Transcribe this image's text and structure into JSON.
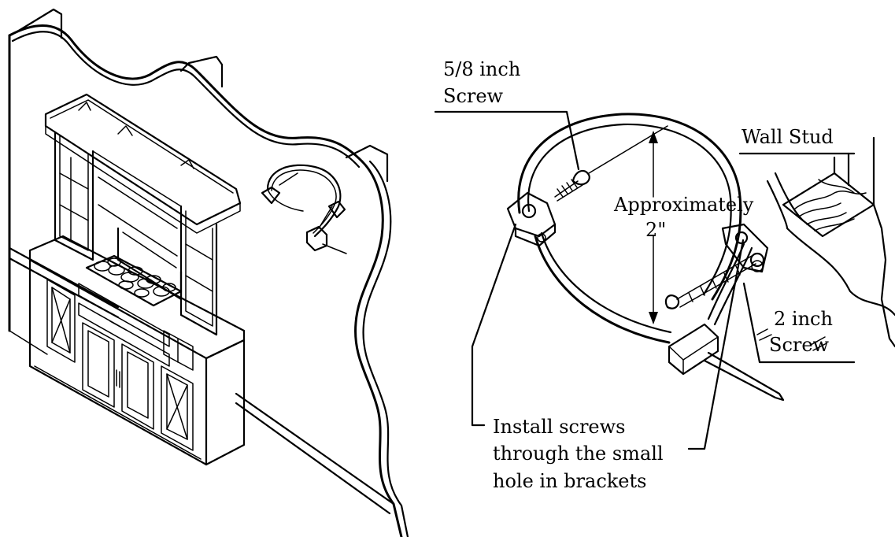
{
  "labels": {
    "small_screw_line1": "5/8 inch",
    "small_screw_line2": "Screw",
    "wall_stud": "Wall Stud",
    "spacing_line1": "Approximately",
    "spacing_line2": "2\"",
    "large_screw_line1": "2 inch",
    "large_screw_line2": "Screw",
    "install_line1": "Install screws",
    "install_line2": "through the small",
    "install_line3": "hole in brackets"
  },
  "icons": [
    "cabinet-illustration",
    "anti-tip-strap-icon",
    "wall-stud-icon",
    "wood-screw-icon",
    "dimension-arrow-icon"
  ],
  "colors": {
    "ink": "#000000",
    "background": "#ffffff"
  }
}
